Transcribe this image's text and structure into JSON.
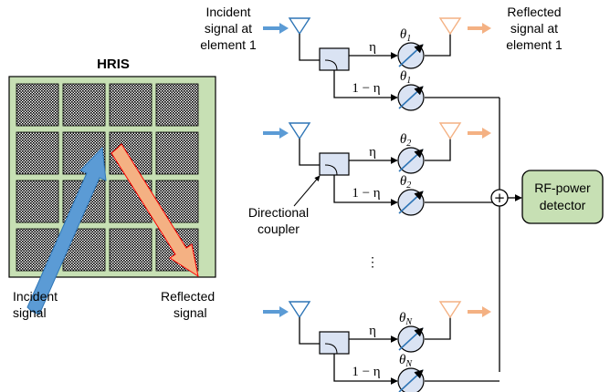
{
  "hris": {
    "title": "HRIS",
    "incident_label": [
      "Incident",
      "signal"
    ],
    "reflected_label": [
      "Reflected",
      "signal"
    ],
    "colors": {
      "board": "#c7e0b4",
      "incident_arrow": "#5b9bd5",
      "reflected_arrow": "#f4b183"
    }
  },
  "top_labels": {
    "incident": [
      "Incident",
      "signal at",
      "element 1"
    ],
    "reflected": [
      "Reflected",
      "signal at",
      "element 1"
    ]
  },
  "coupler_label": [
    "Directional",
    "coupler"
  ],
  "coefficients": {
    "eta": "η",
    "one_minus_eta": "1 − η"
  },
  "phase_labels": [
    "θ₁",
    "θ₂",
    "θ_N"
  ],
  "phase_symbol": "θ",
  "phase_subscripts": [
    "1",
    "2",
    "N"
  ],
  "ellipsis": "⋮",
  "combiner_symbol": "+",
  "detector": {
    "label": [
      "RF-power",
      "detector"
    ],
    "color": "#c7e0b4"
  },
  "colors": {
    "antenna": "#2e75b6",
    "rx_antenna": "#f4b183",
    "coupler": "#dae3f3",
    "phase_shifter": "#dae3f3"
  }
}
